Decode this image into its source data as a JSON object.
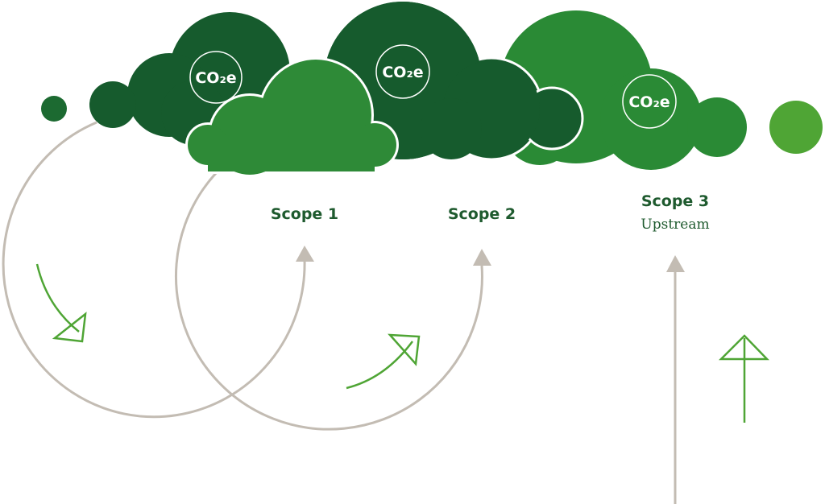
{
  "clouds": [
    {
      "id": "cloud-1",
      "badge": "CO₂e",
      "color": "#165b2d"
    },
    {
      "id": "cloud-2",
      "badge": "CO₂e",
      "color": "#165b2d"
    },
    {
      "id": "cloud-3",
      "badge": "CO₂e",
      "color": "#2a8a35"
    }
  ],
  "front_cloud_color": "#2e8a37",
  "scopes": [
    {
      "title": "Scope 1",
      "subtitle": ""
    },
    {
      "title": "Scope 2",
      "subtitle": ""
    },
    {
      "title": "Scope 3",
      "subtitle": "Upstream"
    }
  ],
  "colors": {
    "dark_green": "#165b2d",
    "mid_green": "#2e8a37",
    "light_green": "#4fa535",
    "arrow_gray": "#c3bcb3",
    "arrow_green": "#4fa535",
    "label_green": "#1e5a2e"
  }
}
